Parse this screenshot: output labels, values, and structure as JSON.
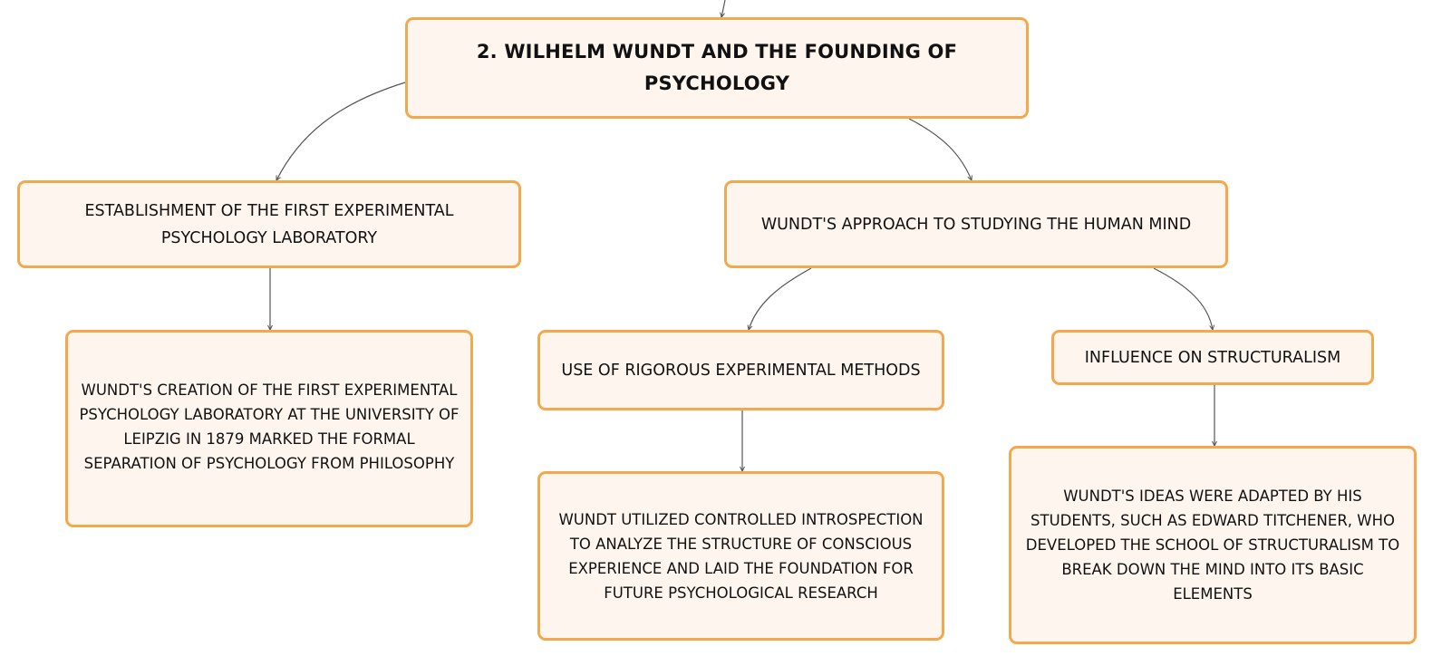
{
  "theme": {
    "node_fill": "#fef6ee",
    "node_border": "#f2a94e",
    "connector_color": "#555555",
    "text_color": "#111111"
  },
  "root": {
    "title": "2. WILHELM WUNDT AND THE FOUNDING OF PSYCHOLOGY"
  },
  "branches": [
    {
      "title": "ESTABLISHMENT OF THE FIRST EXPERIMENTAL PSYCHOLOGY LABORATORY",
      "children": [
        {
          "text": "WUNDT'S CREATION OF THE FIRST EXPERIMENTAL PSYCHOLOGY LABORATORY AT THE UNIVERSITY OF LEIPZIG IN 1879 MARKED THE FORMAL SEPARATION OF PSYCHOLOGY FROM PHILOSOPHY"
        }
      ]
    },
    {
      "title": "WUNDT'S APPROACH TO STUDYING THE HUMAN MIND",
      "children": [
        {
          "title": "USE OF RIGOROUS EXPERIMENTAL METHODS",
          "detail": "WUNDT UTILIZED CONTROLLED INTROSPECTION TO ANALYZE THE STRUCTURE OF CONSCIOUS EXPERIENCE AND LAID THE FOUNDATION FOR FUTURE PSYCHOLOGICAL RESEARCH"
        },
        {
          "title": "INFLUENCE ON STRUCTURALISM",
          "detail": "WUNDT'S IDEAS WERE ADAPTED BY HIS STUDENTS, SUCH AS EDWARD TITCHENER, WHO DEVELOPED THE SCHOOL OF STRUCTURALISM TO BREAK DOWN THE MIND INTO ITS BASIC ELEMENTS"
        }
      ]
    }
  ]
}
